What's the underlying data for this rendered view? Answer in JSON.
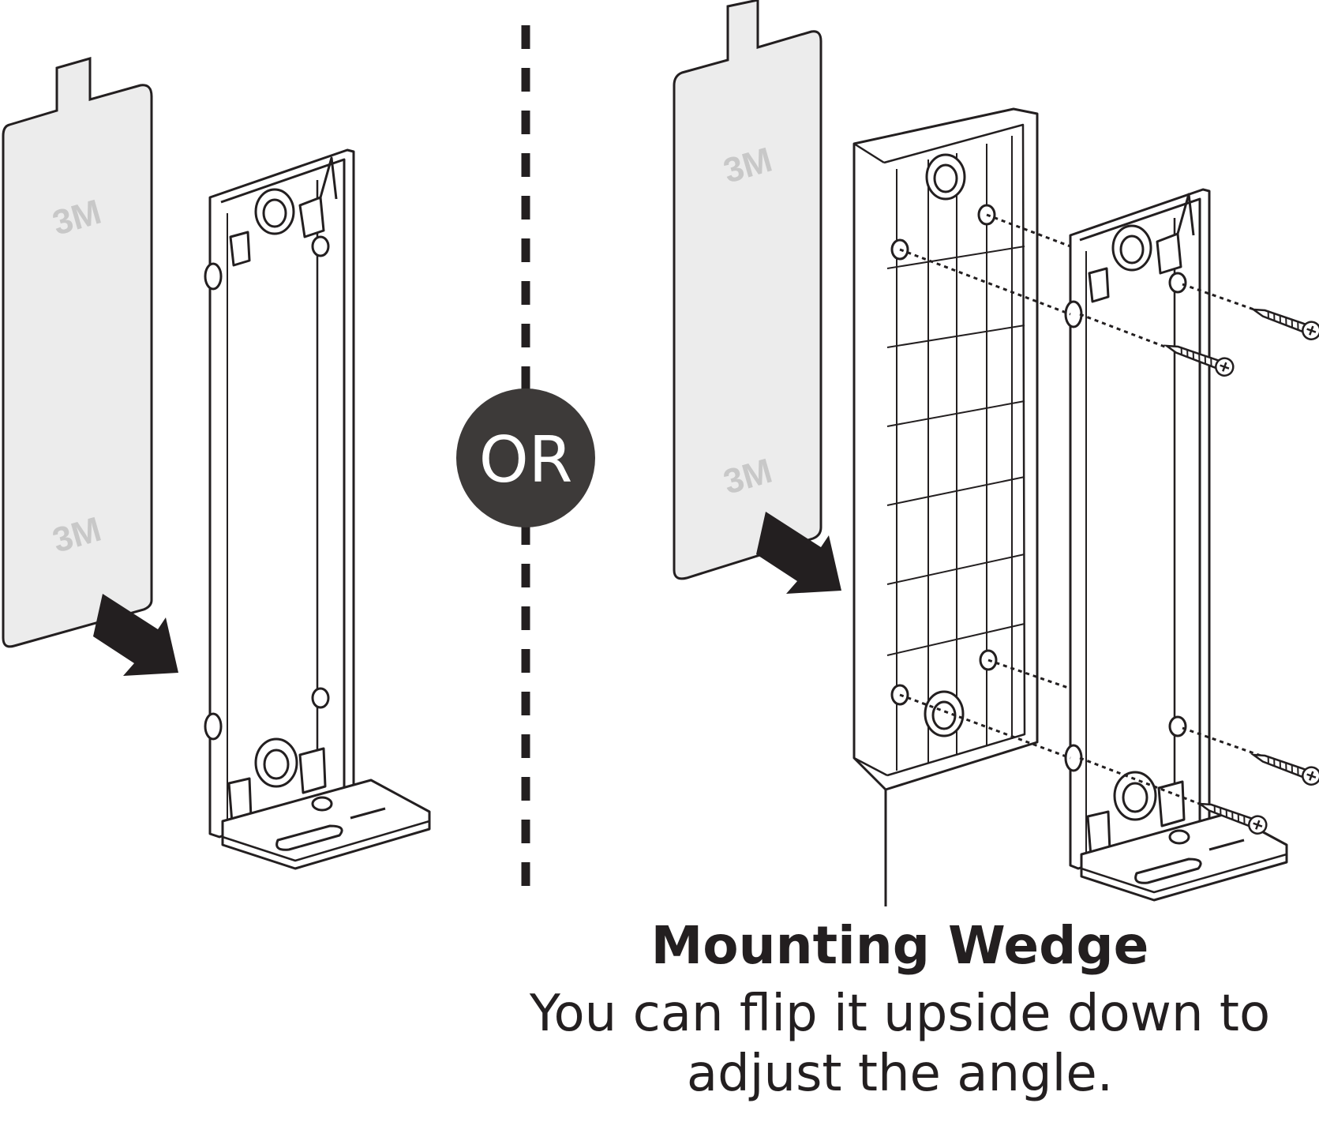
{
  "separator": {
    "label": "OR"
  },
  "adhesive_pads": {
    "brand_mark": "3M"
  },
  "callout": {
    "title": "Mounting Wedge",
    "note_line1": "You can flip it upside down to",
    "note_line2": "adjust the angle."
  },
  "colors": {
    "ink": "#231f20",
    "pad_fill": "#ececec",
    "pad_text": "#c8c8c8",
    "badge": "#3d3a39",
    "badge_text": "#ffffff"
  },
  "icons": {
    "arrow": "arrow-icon",
    "screw": "screw-icon"
  }
}
